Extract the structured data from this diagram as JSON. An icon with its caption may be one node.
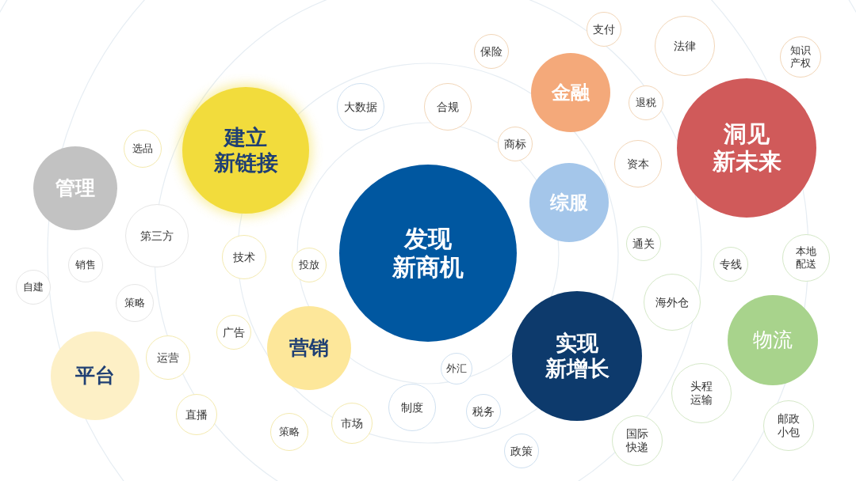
{
  "diagram": {
    "nodes": [
      {
        "text": [
          "发现新商机"
        ]
      },
      {
        "text": [
          "建立新链接"
        ]
      },
      {
        "text": [
          "管理"
        ]
      },
      {
        "text": [
          "平台"
        ]
      },
      {
        "text": [
          "营销"
        ]
      },
      {
        "text": [
          "金融"
        ]
      },
      {
        "text": [
          "综服"
        ]
      },
      {
        "text": [
          "洞见新未来"
        ]
      },
      {
        "text": [
          "实现新增长"
        ]
      },
      {
        "text": [
          "物流"
        ]
      },
      {
        "text": [
          "支付"
        ]
      },
      {
        "text": [
          "保险"
        ]
      },
      {
        "text": [
          "法律"
        ]
      },
      {
        "text": [
          "知识产权"
        ]
      },
      {
        "text": [
          "大数据"
        ]
      },
      {
        "text": [
          "合规"
        ]
      },
      {
        "text": [
          "商标"
        ]
      },
      {
        "text": [
          "退税"
        ]
      },
      {
        "text": [
          "资本"
        ]
      },
      {
        "text": [
          "选品"
        ]
      },
      {
        "text": [
          "第三方"
        ]
      },
      {
        "text": [
          "技术"
        ]
      },
      {
        "text": [
          "投放"
        ]
      },
      {
        "text": [
          "销售"
        ]
      },
      {
        "text": [
          "自建"
        ]
      },
      {
        "text": [
          "策略"
        ]
      },
      {
        "text": [
          "通关"
        ]
      },
      {
        "text": [
          "海外仓"
        ]
      },
      {
        "text": [
          "专线"
        ]
      },
      {
        "text": [
          "本地配送"
        ]
      },
      {
        "text": [
          "广告"
        ]
      },
      {
        "text": [
          "运营"
        ]
      },
      {
        "text": [
          "外汇"
        ]
      },
      {
        "text": [
          "直播"
        ]
      },
      {
        "text": [
          "策略"
        ]
      },
      {
        "text": [
          "市场"
        ]
      },
      {
        "text": [
          "制度"
        ]
      },
      {
        "text": [
          "税务"
        ]
      },
      {
        "text": [
          "政策"
        ]
      },
      {
        "text": [
          "国际快递"
        ]
      },
      {
        "text": [
          "头程运输"
        ]
      },
      {
        "text": [
          "邮政小包"
        ]
      }
    ]
  }
}
